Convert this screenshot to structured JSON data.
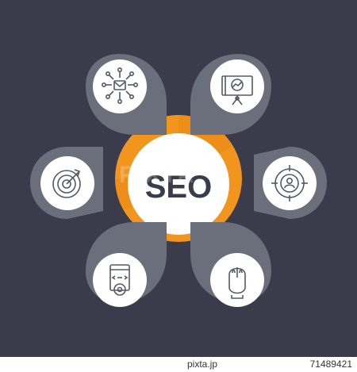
{
  "center": {
    "label": "SEO"
  },
  "nodes": [
    {
      "id": "network",
      "icon": "email-network-icon"
    },
    {
      "id": "presentation",
      "icon": "analytics-presentation-icon"
    },
    {
      "id": "audience",
      "icon": "target-audience-icon"
    },
    {
      "id": "click",
      "icon": "mouse-click-icon"
    },
    {
      "id": "code",
      "icon": "web-code-settings-icon"
    },
    {
      "id": "target",
      "icon": "target-arrow-icon"
    }
  ],
  "watermark": "PIXTA",
  "footer": {
    "left": "pixta.jp",
    "right": "71489421"
  },
  "colors": {
    "background": "#3a3c4c",
    "accent": "#f2951f",
    "accent_dark": "#e07f0f",
    "petal": "#6b6e7b",
    "petal_shadow": "#5a5c69",
    "circle": "#ffffff",
    "icon_stroke": "#555866"
  }
}
